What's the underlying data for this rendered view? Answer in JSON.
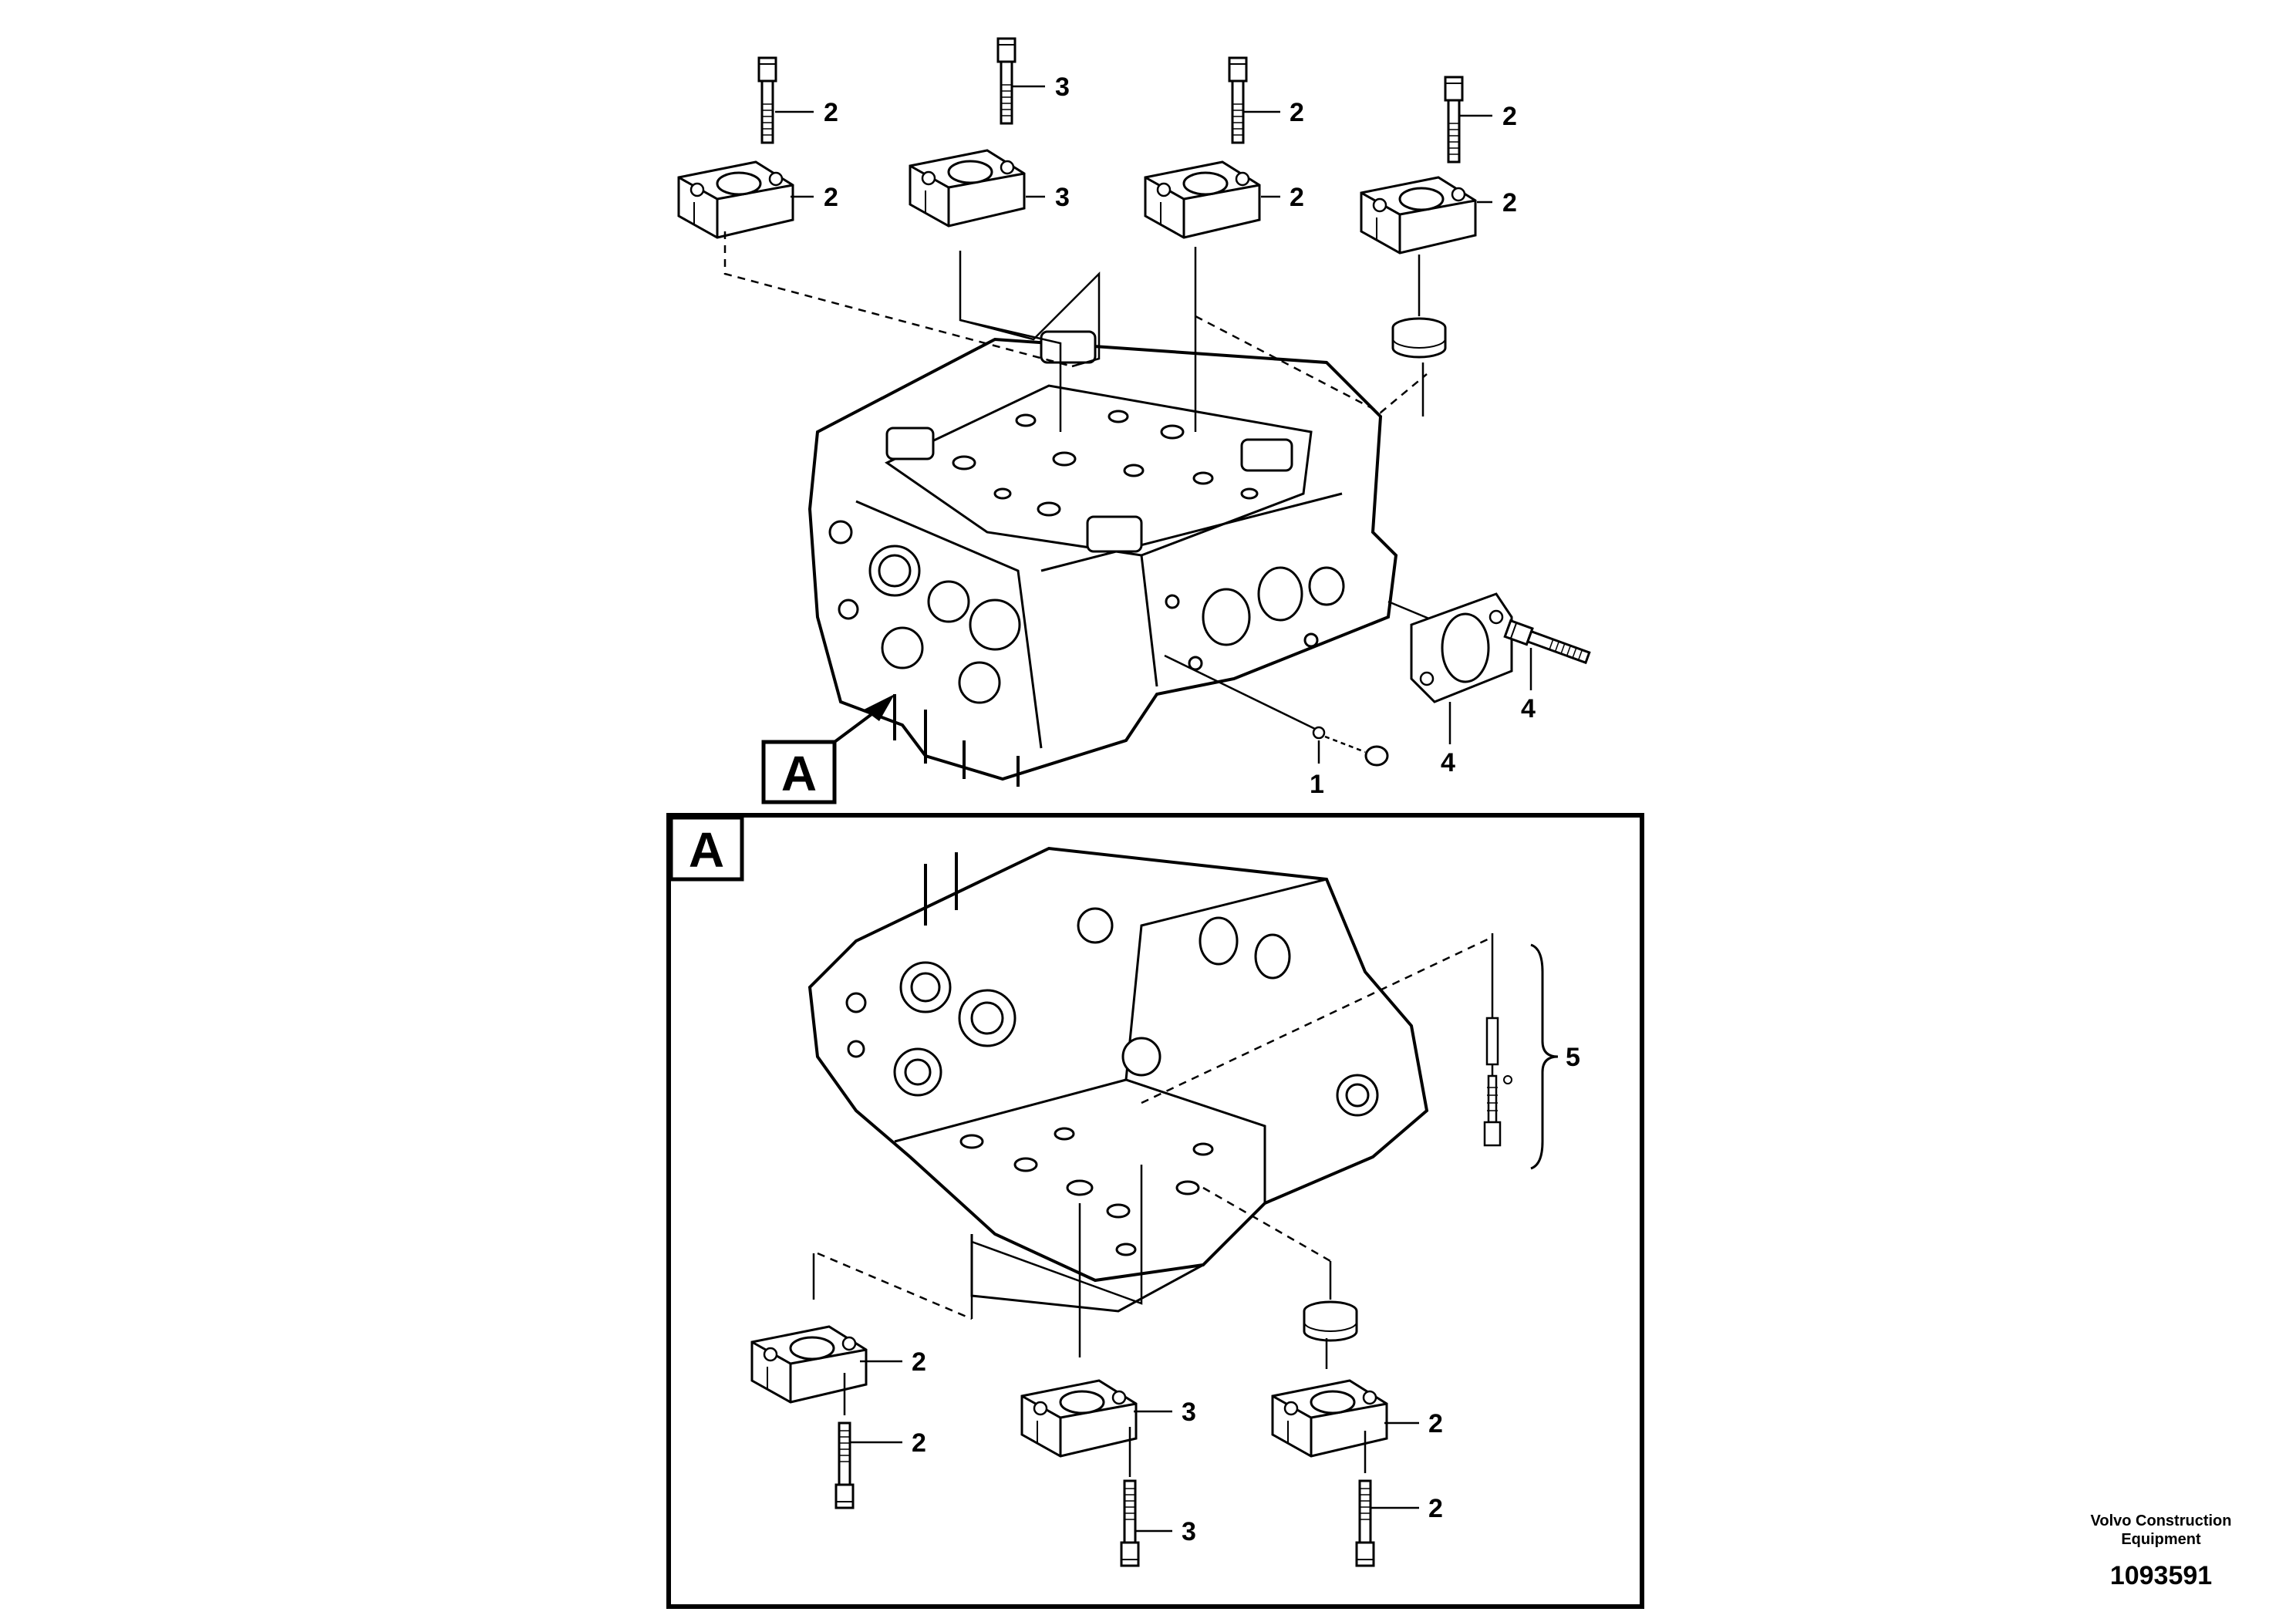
{
  "callouts": {
    "c_top_bolt_1": "2",
    "c_top_flange_1": "2",
    "c_top_bolt_2": "3",
    "c_top_flange_2": "3",
    "c_top_bolt_3": "2",
    "c_top_flange_3": "2",
    "c_top_bolt_4": "2",
    "c_top_flange_4": "2",
    "c_side_bolt": "4",
    "c_side_flange": "4",
    "c_plug": "1",
    "c_bot_flange_1": "2",
    "c_bot_bolt_1": "2",
    "c_bot_flange_2": "3",
    "c_bot_bolt_2": "3",
    "c_bot_flange_3": "2",
    "c_bot_bolt_3": "2",
    "c_valve_kit": "5"
  },
  "view_labels": {
    "view_ref": "A",
    "detail_title": "A"
  },
  "footer": {
    "company_line1": "Volvo Construction",
    "company_line2": "Equipment",
    "document_number": "1093591"
  }
}
